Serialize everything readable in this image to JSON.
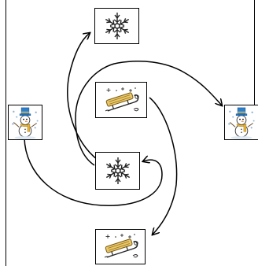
{
  "diagram": {
    "nodes": [
      {
        "id": "snowflake-top",
        "icon": "snowflake-icon"
      },
      {
        "id": "snowman-left",
        "icon": "snowman-icon"
      },
      {
        "id": "sled-center",
        "icon": "sled-icon"
      },
      {
        "id": "snowman-right",
        "icon": "snowman-icon"
      },
      {
        "id": "snowflake-center",
        "icon": "snowflake-icon"
      },
      {
        "id": "sled-bottom",
        "icon": "sled-icon"
      }
    ],
    "edges": [
      {
        "from": "snowflake-center",
        "to": "snowflake-top"
      },
      {
        "from": "sled-center",
        "to": "sled-bottom"
      },
      {
        "from": "snowman-left",
        "to": "snowflake-center"
      },
      {
        "from": "snowflake-center",
        "to": "snowman-right"
      }
    ]
  }
}
